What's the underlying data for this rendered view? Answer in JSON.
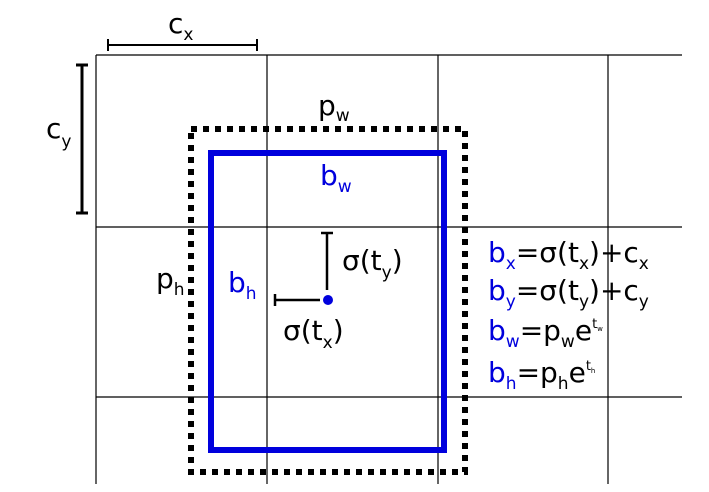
{
  "labels": {
    "cx": {
      "main": "c",
      "sub": "x"
    },
    "cy": {
      "main": "c",
      "sub": "y"
    },
    "pw": {
      "main": "p",
      "sub": "w"
    },
    "ph": {
      "main": "p",
      "sub": "h"
    },
    "bw": {
      "main": "b",
      "sub": "w"
    },
    "bh": {
      "main": "b",
      "sub": "h"
    },
    "sigma_ty": {
      "pre": "σ(t",
      "sub": "y",
      "post": ")"
    },
    "sigma_tx": {
      "pre": "σ(t",
      "sub": "x",
      "post": ")"
    }
  },
  "equations": [
    {
      "lhs": "b",
      "lhs_sub": "x",
      "rhs_a": "=σ(t",
      "rhs_a_sub": "x",
      "rhs_b": ")+c",
      "rhs_b_sub": "x"
    },
    {
      "lhs": "b",
      "lhs_sub": "y",
      "rhs_a": "=σ(t",
      "rhs_a_sub": "y",
      "rhs_b": ")+c",
      "rhs_b_sub": "y"
    },
    {
      "lhs": "b",
      "lhs_sub": "w",
      "rhs_a": "=p",
      "rhs_a_sub": "w",
      "rhs_b": "e",
      "rhs_b_sup": "t",
      "rhs_b_sup_sub": "w"
    },
    {
      "lhs": "b",
      "lhs_sub": "h",
      "rhs_a": "=p",
      "rhs_a_sub": "h",
      "rhs_b": "e",
      "rhs_b_sup": "t",
      "rhs_b_sup_sub": "h"
    }
  ],
  "colors": {
    "prediction": "#0000dd",
    "prior": "#000000",
    "grid": "#000000"
  }
}
